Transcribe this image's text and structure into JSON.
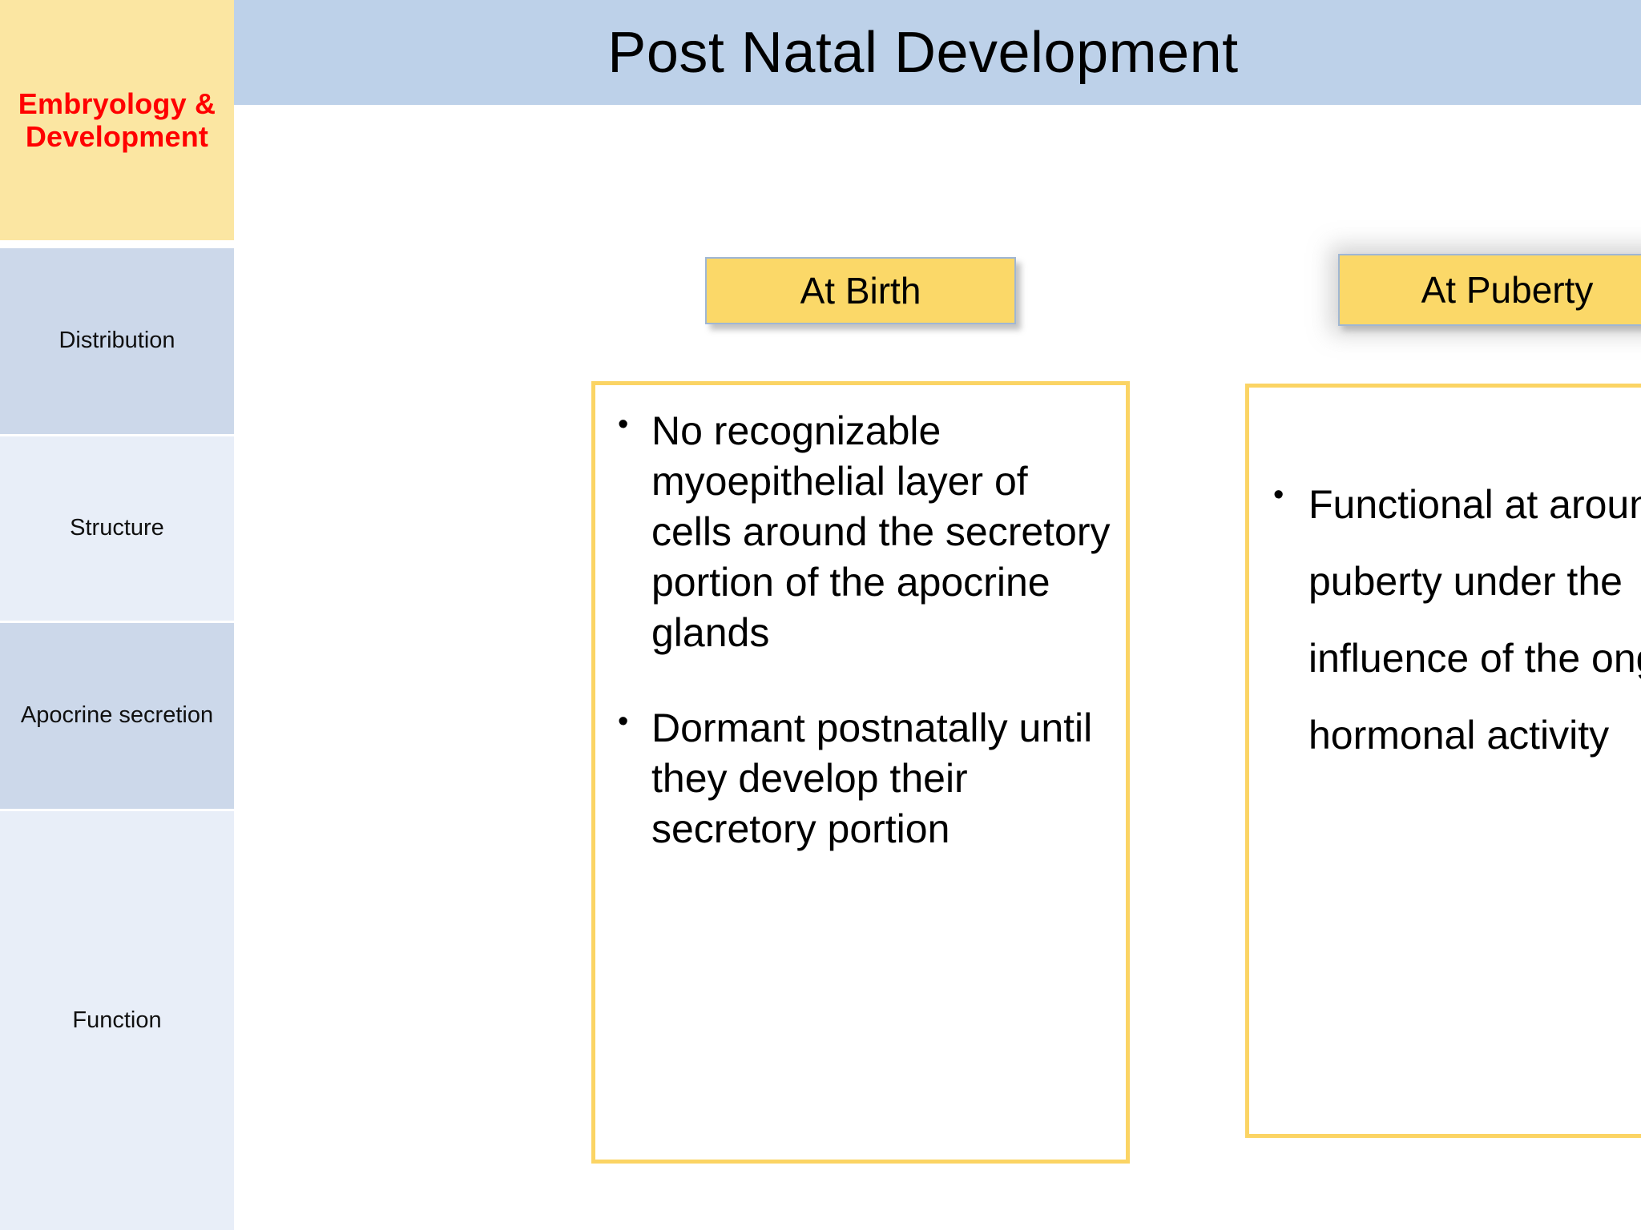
{
  "slide": {
    "title": "Post Natal Development",
    "accent_yellow": "#fbd464",
    "accent_blue": "#bdd1e9",
    "sidebar_active_color": "#ff0000"
  },
  "sidebar": {
    "items": [
      {
        "label": "Embryology & Development",
        "active": true
      },
      {
        "label": "Distribution",
        "active": false
      },
      {
        "label": "Structure",
        "active": false
      },
      {
        "label": "Apocrine secretion",
        "active": false
      },
      {
        "label": "Function",
        "active": false
      }
    ]
  },
  "columns": [
    {
      "header": "At Birth",
      "bullets": [
        "No recognizable myoepithelial layer of cells around the secretory portion of the apocrine glands",
        "Dormant postnatally until they develop their secretory portion"
      ]
    },
    {
      "header": "At Puberty",
      "bullets": [
        "Functional at around puberty under the influence of the ongoing hormonal activity"
      ]
    }
  ]
}
